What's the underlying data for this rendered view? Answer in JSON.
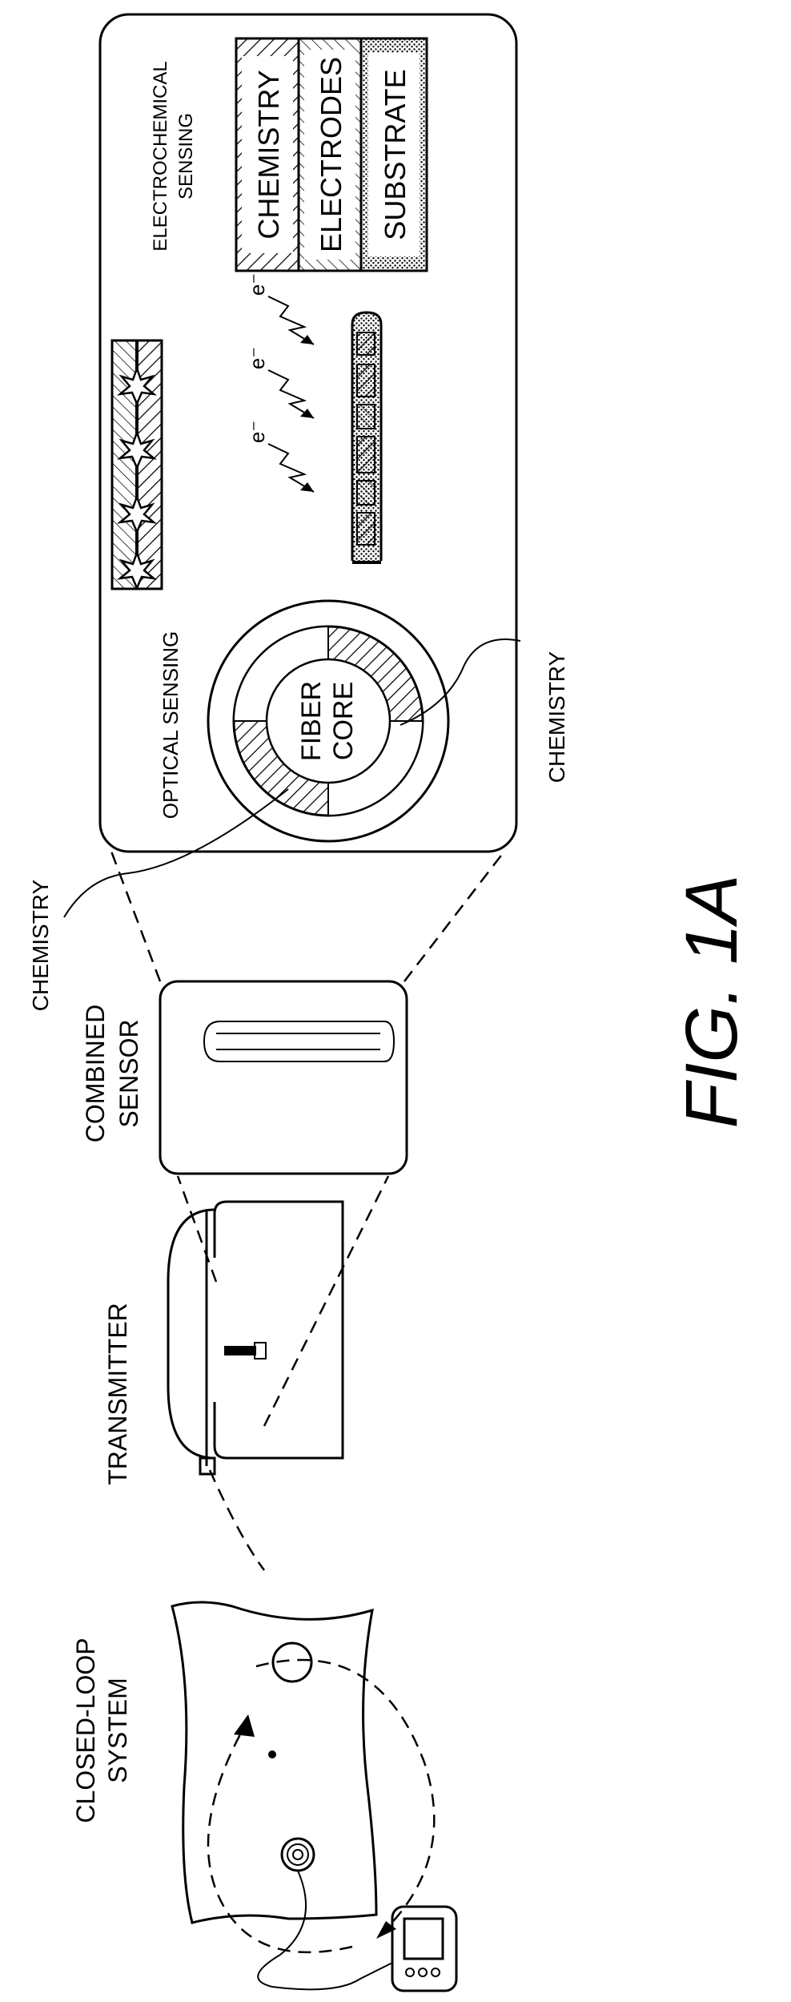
{
  "figure": {
    "fig_label": "FIG. 1A"
  },
  "labels": {
    "closed_loop_line1": "CLOSED-LOOP",
    "closed_loop_line2": "SYSTEM",
    "transmitter": "TRANSMITTER",
    "combined_line1": "COMBINED",
    "combined_line2": "SENSOR",
    "chemistry_left": "CHEMISTRY",
    "chemistry_right": "CHEMISTRY",
    "optical_sensing": "OPTICAL SENSING",
    "fiber_core_line1": "FIBER",
    "fiber_core_line2": "CORE",
    "electrochem_line1": "ELECTROCHEMICAL",
    "electrochem_line2": "SENSING",
    "layer_chemistry": "CHEMISTRY",
    "layer_electrodes": "ELECTRODES",
    "layer_substrate": "SUBSTRATE",
    "electron": "e⁻"
  }
}
